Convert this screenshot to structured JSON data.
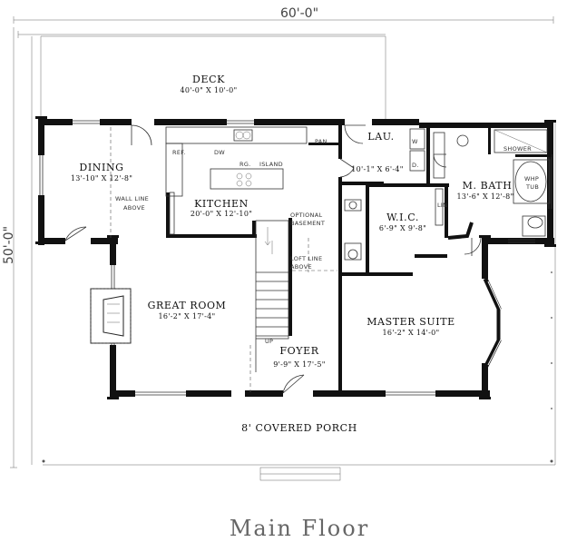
{
  "dimensions": {
    "width": "60'-0\"",
    "depth": "50'-0\""
  },
  "rooms": {
    "deck": {
      "name": "DECK",
      "size": "40'-0\" X 10'-0\""
    },
    "dining": {
      "name": "DINING",
      "size": "13'-10\" X 12'-8\""
    },
    "kitchen": {
      "name": "KITCHEN",
      "size": "20'-0\" X 12'-10\""
    },
    "laundry": {
      "name": "LAU.",
      "size": "10'-1\" X 6'-4\""
    },
    "mbath": {
      "name": "M. BATH",
      "size": "13'-6\" X 12'-8\""
    },
    "wic": {
      "name": "W.I.C.",
      "size": "6'-9\" X 9'-8\""
    },
    "great_room": {
      "name": "GREAT ROOM",
      "size": "16'-2\" X 17'-4\""
    },
    "master_suite": {
      "name": "MASTER SUITE",
      "size": "16'-2\" X 14'-0\""
    },
    "foyer": {
      "name": "FOYER",
      "size": "9'-9\" X 17'-5\""
    },
    "porch": {
      "name": "8' COVERED PORCH"
    }
  },
  "notes": {
    "ref": "REF.",
    "dw": "DW",
    "pan": "PAN.",
    "rg": "RG.",
    "island": "ISLAND",
    "wall_line": "WALL LINE",
    "above": "ABOVE",
    "optional": "OPTIONAL",
    "basement": "BASEMENT",
    "loft_line": "LOFT LINE",
    "loft_above": "ABOVE",
    "w": "W",
    "d": "D.",
    "shower": "SHOWER",
    "whp": "WHP",
    "tub": "TUB",
    "lin": "LIN",
    "up": "UP"
  },
  "caption": "Main Floor"
}
